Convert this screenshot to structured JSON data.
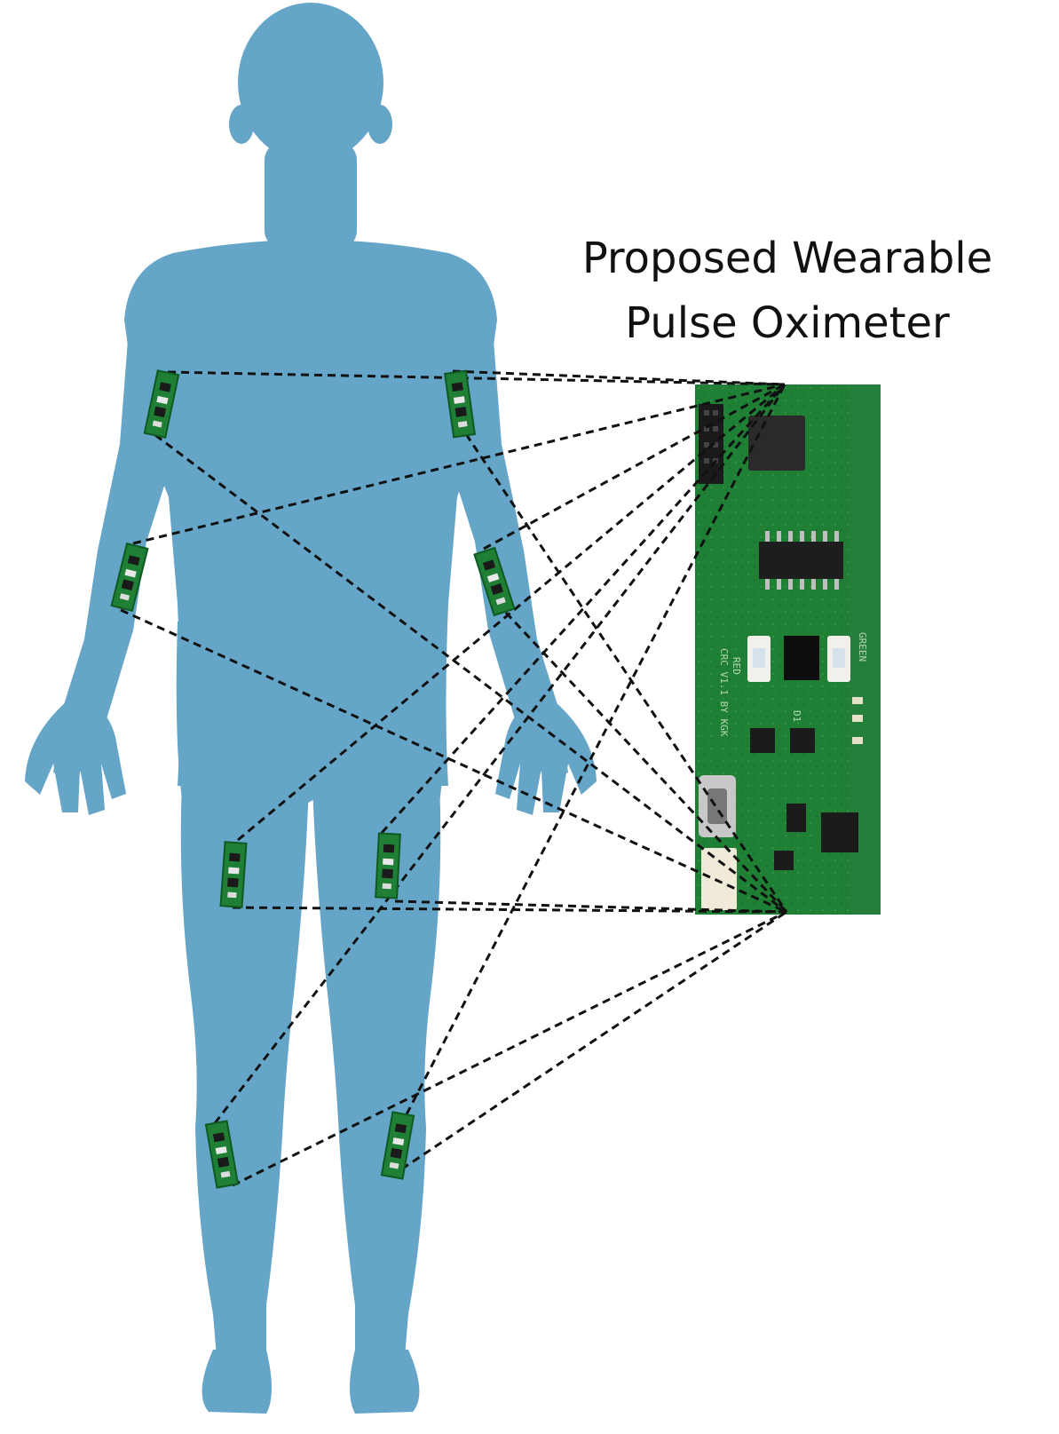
{
  "title": {
    "line1": "Proposed Wearable",
    "line2": "Pulse Oximeter"
  },
  "board": {
    "silkscreen_red": "RED",
    "silkscreen_green": "GREEN",
    "silkscreen_ver": "CRC V1.1 BY KGK",
    "silkscreen_d1": "D1"
  },
  "colors": {
    "body": "#65a5c7",
    "pcb": "#1e7f35",
    "pcb_dark": "#0f5a22",
    "link": "#111111",
    "background": "#ffffff"
  },
  "sensor_sites": [
    "left-upper-arm",
    "right-upper-arm",
    "left-forearm",
    "right-forearm",
    "left-thigh",
    "right-thigh",
    "left-shin",
    "right-shin"
  ]
}
